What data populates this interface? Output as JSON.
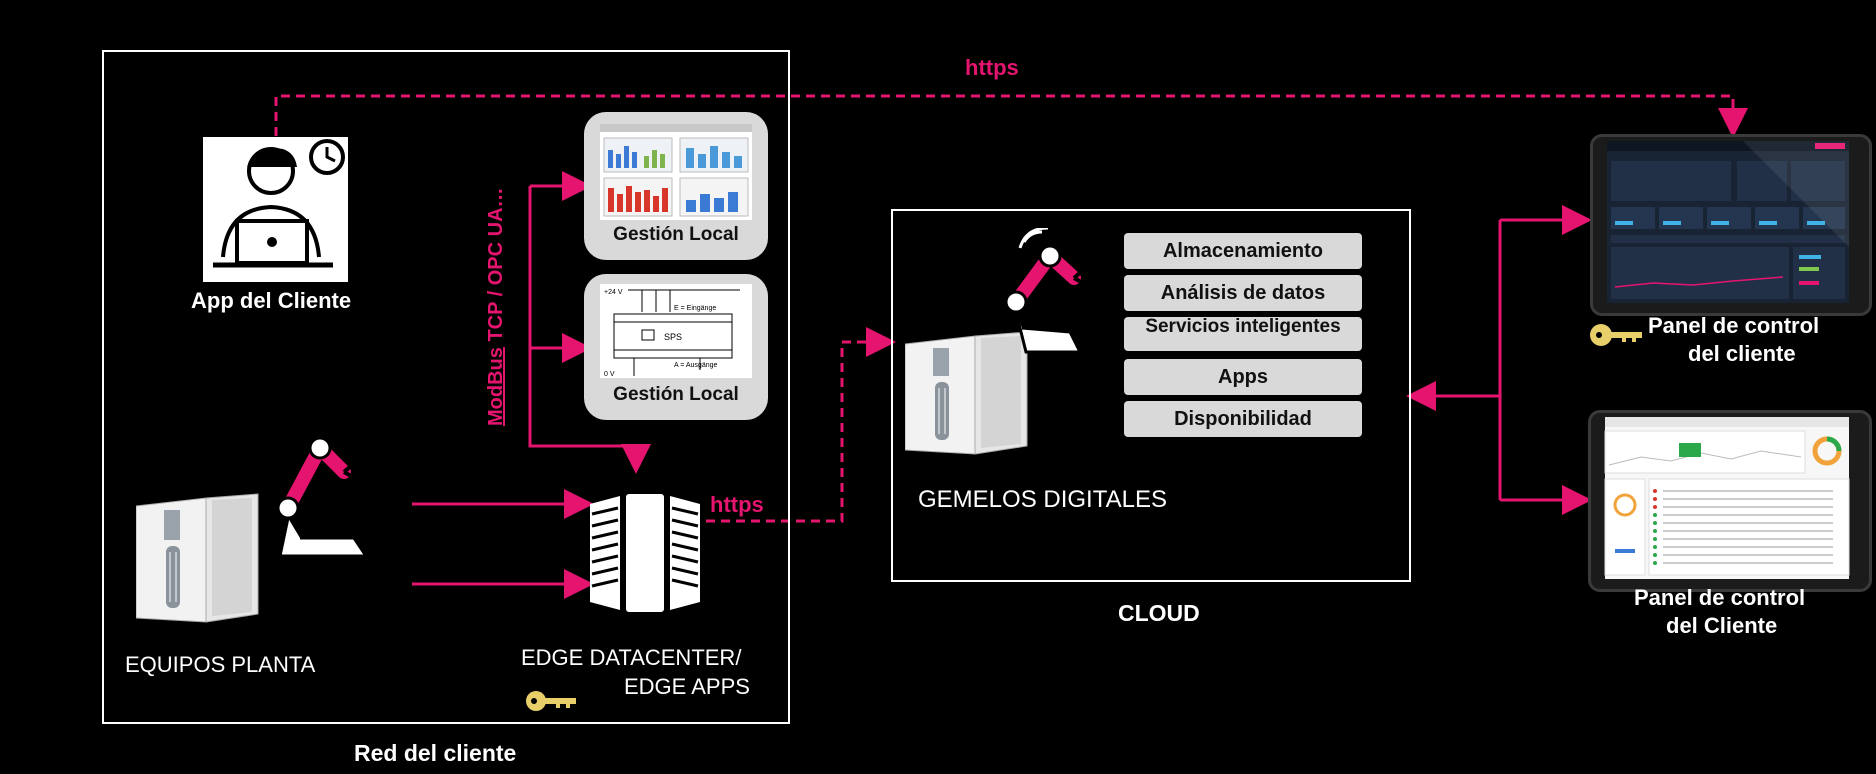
{
  "labels": {
    "https_top": "https",
    "https_mid": "https",
    "app_cliente": "App del Cliente",
    "modbus_word": "ModBus",
    "modbus_rest": " TCP / OPC UA…",
    "gestion_local_1": "Gestión Local",
    "gestion_local_2": "Gestión Local",
    "equipos_planta": "EQUIPOS PLANTA",
    "edge_line1": "EDGE DATACENTER/",
    "edge_line2": "EDGE APPS",
    "red_cliente": "Red del cliente",
    "gemelos": "GEMELOS DIGITALES",
    "cloud": "CLOUD",
    "panel1_line1": "Panel de control",
    "panel1_line2": "del cliente",
    "panel2_line1": "Panel de control",
    "panel2_line2": "del Cliente"
  },
  "services": [
    "Almacenamiento",
    "Análisis de datos",
    "Servicios inteligentes",
    "Apps",
    "Disponibilidad"
  ],
  "schematic": {
    "inputs": "E = Eingänge",
    "center": "SPS",
    "outputs": "A = Ausgänge",
    "supply_top": "+24 V",
    "supply_bottom": "0 V"
  },
  "colors": {
    "accent": "#e5156f",
    "key": "#e8cf6a",
    "service_bg": "#d9d9d9"
  }
}
